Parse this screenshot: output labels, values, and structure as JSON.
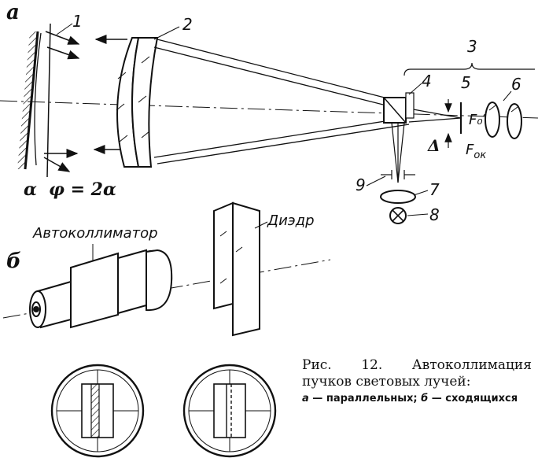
{
  "labels": {
    "part_a": "a",
    "part_b": "б",
    "n1": "1",
    "n2": "2",
    "n3": "3",
    "n4": "4",
    "n5": "5",
    "n6": "6",
    "n7": "7",
    "n8": "8",
    "n9": "9",
    "alpha": "α",
    "phi_eq": "φ = 2α",
    "delta": "Δ",
    "f_o": "F₀′",
    "f_ok": "F",
    "f_ok_sub": "ок",
    "autocollimator": "Автоколлиматор",
    "dihedral": "Диэдр"
  },
  "caption": {
    "main": "Рис. 12. Автоколлимация пучков световых лучей:",
    "sub_a_letter": "а",
    "sub_a_text": " — параллельных; ",
    "sub_b_letter": "б",
    "sub_b_text": " — сходящихся"
  }
}
